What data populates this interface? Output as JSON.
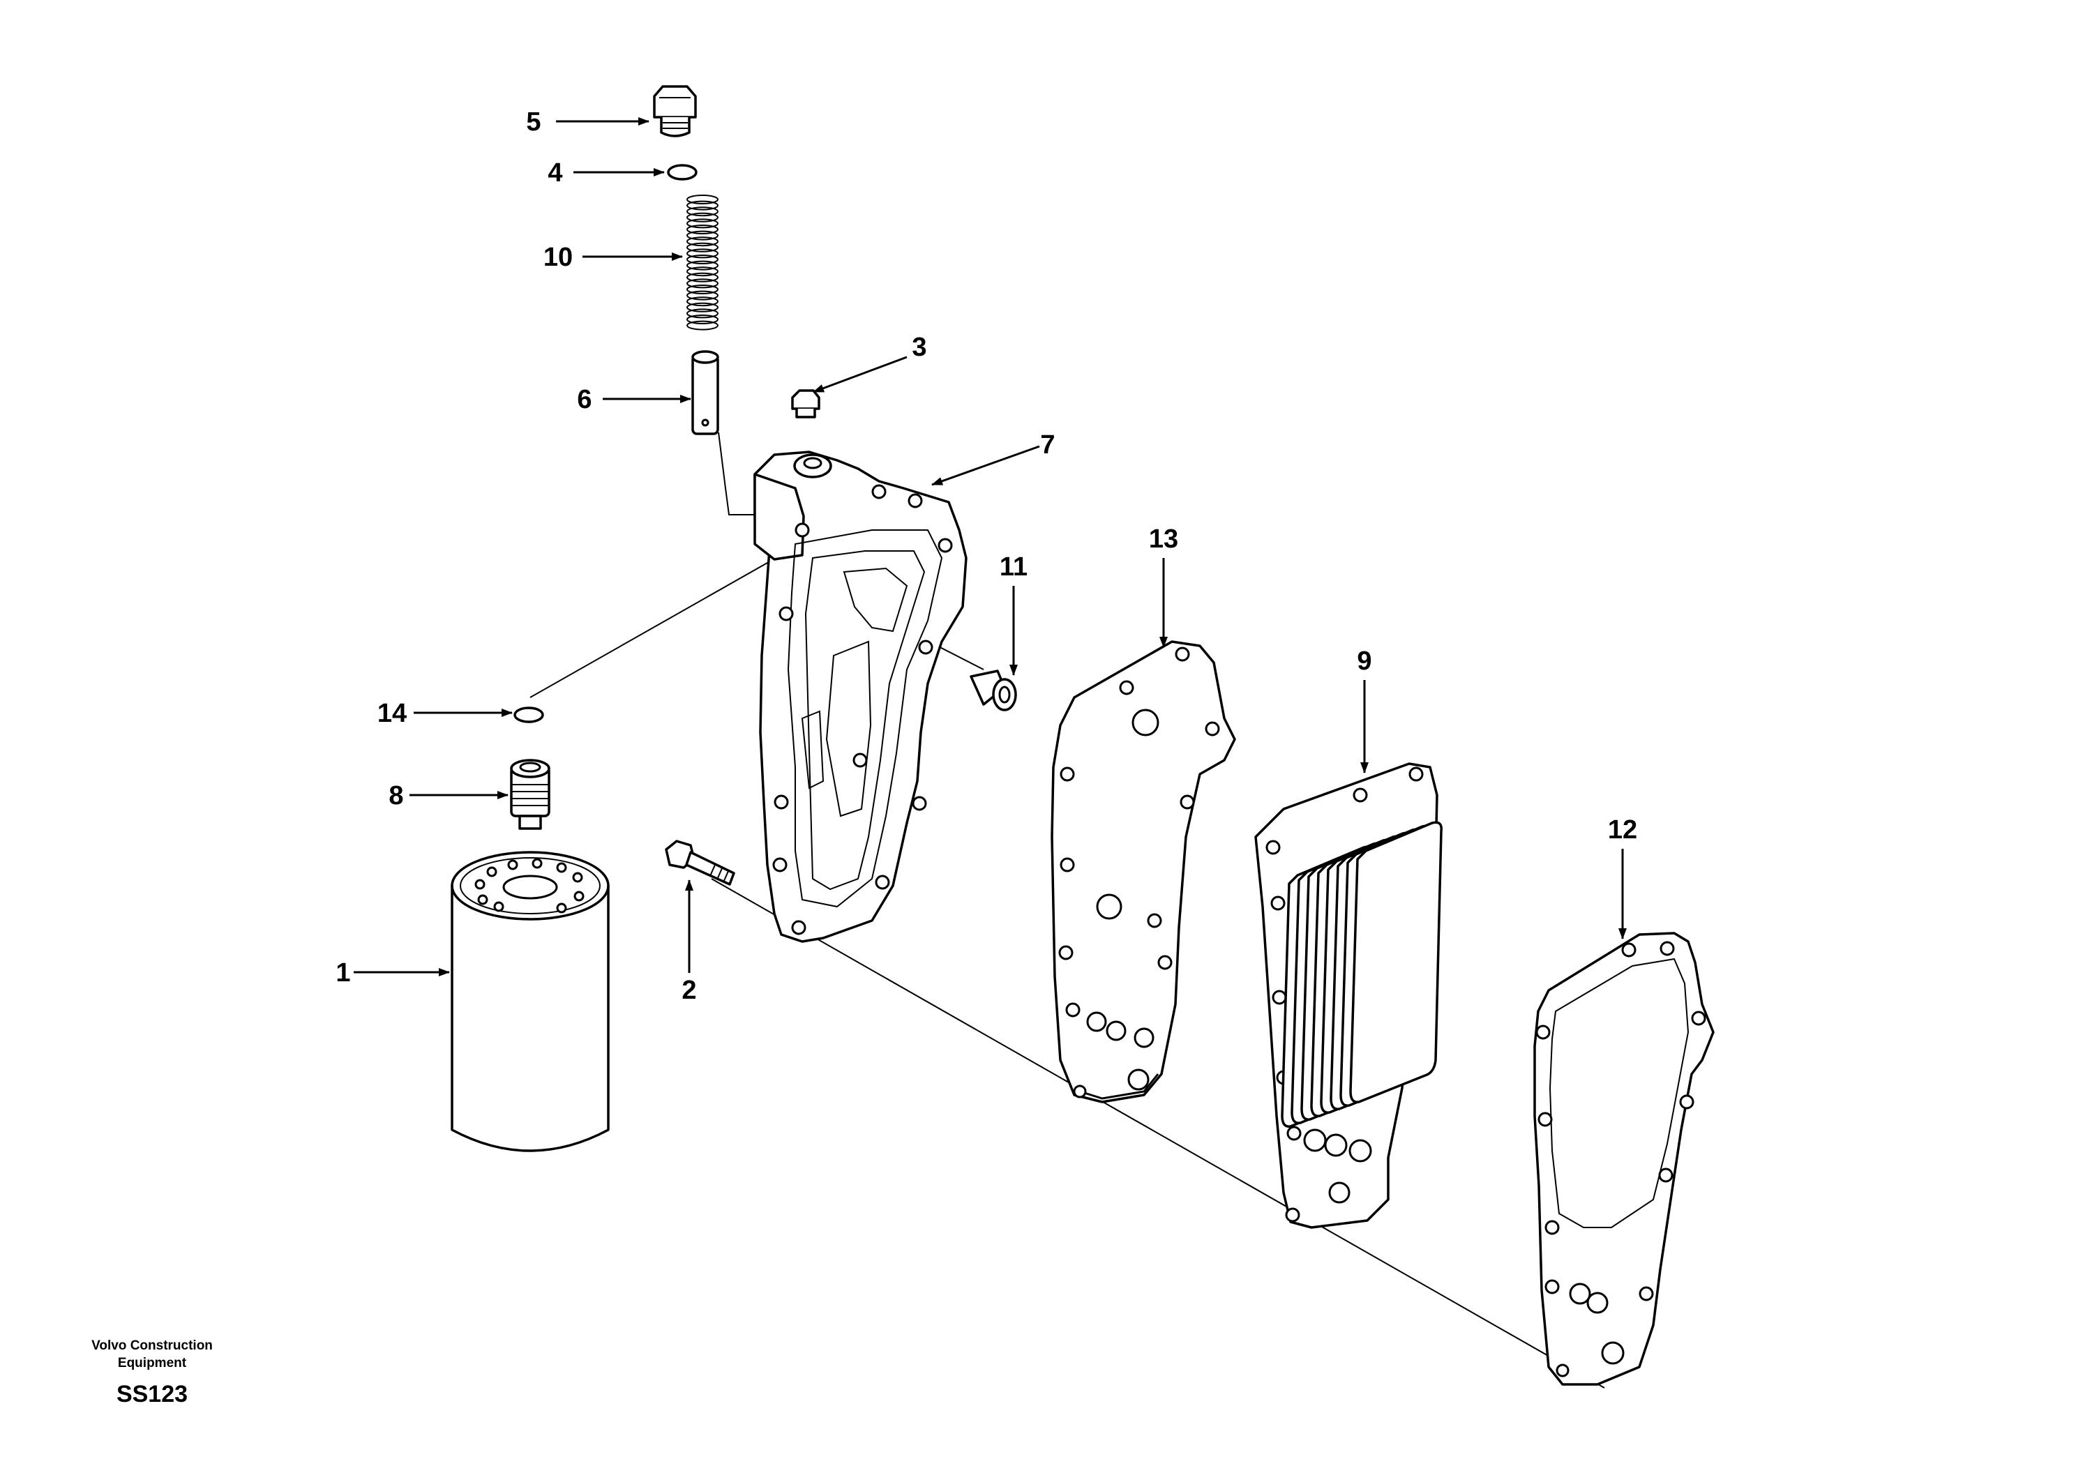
{
  "callouts": [
    {
      "id": "1",
      "label": "1"
    },
    {
      "id": "2",
      "label": "2"
    },
    {
      "id": "3",
      "label": "3"
    },
    {
      "id": "4",
      "label": "4"
    },
    {
      "id": "5",
      "label": "5"
    },
    {
      "id": "6",
      "label": "6"
    },
    {
      "id": "7",
      "label": "7"
    },
    {
      "id": "8",
      "label": "8"
    },
    {
      "id": "9",
      "label": "9"
    },
    {
      "id": "10",
      "label": "10"
    },
    {
      "id": "11",
      "label": "11"
    },
    {
      "id": "12",
      "label": "12"
    },
    {
      "id": "13",
      "label": "13"
    },
    {
      "id": "14",
      "label": "14"
    }
  ],
  "footer": {
    "company_line1": "Volvo Construction",
    "company_line2": "Equipment",
    "code": "SS123"
  }
}
